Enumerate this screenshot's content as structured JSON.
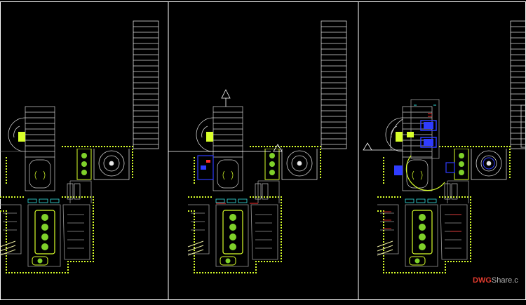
{
  "drawing": {
    "sheets": [
      {
        "id": "plan-1"
      },
      {
        "id": "plan-2"
      },
      {
        "id": "plan-3"
      }
    ],
    "colors": {
      "background": "#000000",
      "frame": "#ffffff",
      "wall": "#9a9a9a",
      "hatch": "#d8ff2a",
      "furniture": "#e8e8e8",
      "accent_blue": "#2f3cff",
      "accent_red": "#ff2b2b",
      "accent_cyan": "#35e0e0"
    }
  },
  "watermark": {
    "brand": "DWG",
    "rest": "Share.c"
  }
}
